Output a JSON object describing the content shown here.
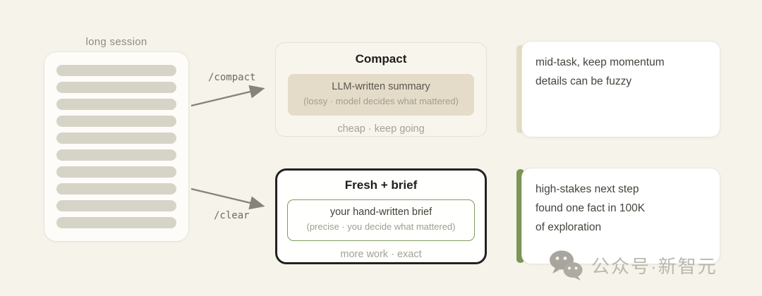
{
  "session": {
    "label": "long session",
    "line_count": 10
  },
  "commands": {
    "compact": "/compact",
    "clear": "/clear"
  },
  "compact_box": {
    "title": "Compact",
    "chip_title": "LLM-written summary",
    "chip_subtitle": "(lossy · model decides what mattered)",
    "footer": "cheap · keep going"
  },
  "fresh_box": {
    "title": "Fresh + brief",
    "chip_title": "your hand-written brief",
    "chip_subtitle": "(precise · you decide what mattered)",
    "footer": "more work · exact"
  },
  "notes": {
    "compact": {
      "lines": [
        "mid-task, keep momentum",
        "details can be fuzzy"
      ]
    },
    "clear": {
      "lines": [
        "high-stakes next step",
        "found one fact in 100K",
        "of exploration"
      ]
    }
  },
  "watermark": {
    "icon": "wechat-icon",
    "text": "公众号·新智元"
  },
  "colors": {
    "background": "#f5f3ea",
    "tan_accent": "#e3dcc4",
    "green_accent": "#7d9557",
    "summary_fill": "#e4dcc9",
    "green_border": "#7f9c5f",
    "arrow": "#85837a"
  }
}
